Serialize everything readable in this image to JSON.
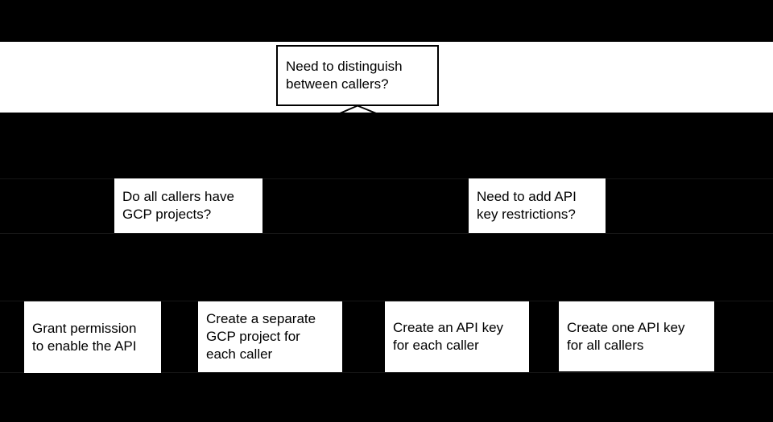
{
  "diagram": {
    "type": "decision-flowchart",
    "colors": {
      "background": "#000000",
      "band": "#ffffff",
      "box_fill": "#ffffff",
      "box_text": "#000000",
      "box_border": "#000000",
      "connector": "#000000",
      "row_seam": "#161616"
    },
    "root": {
      "text": "Need to distinguish between callers?",
      "lines": [
        "Need to distinguish",
        "between callers?"
      ]
    },
    "left_question": {
      "text": "Do all callers have GCP projects?",
      "lines": [
        "Do all callers have",
        "GCP projects?"
      ]
    },
    "right_question": {
      "text": "Need to add API key restrictions?",
      "lines": [
        "Need to add API",
        "key restrictions?"
      ]
    },
    "outcomes": [
      {
        "text": "Grant permission to enable the API",
        "lines": [
          "Grant permission",
          "to enable the API"
        ]
      },
      {
        "text": "Create a separate GCP project for each caller",
        "lines": [
          "Create a separate",
          "GCP project for",
          "each caller"
        ]
      },
      {
        "text": "Create an API key for each caller",
        "lines": [
          "Create an API key",
          "for each caller"
        ]
      },
      {
        "text": "Create one API key for all callers",
        "lines": [
          "Create one API key",
          "for all callers"
        ]
      }
    ]
  }
}
